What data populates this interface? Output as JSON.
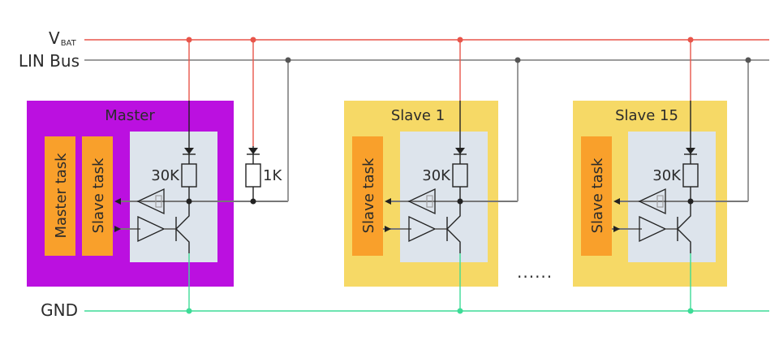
{
  "title": "LIN bus topology",
  "colors": {
    "vbat": "#e8554a",
    "lin": "#7a7a7a",
    "gnd": "#3ddc97",
    "master": "#bb10e0",
    "slave": "#f6d966",
    "task": "#f9a02b",
    "transceiver": "#dde4ec"
  },
  "rails": {
    "vbat": {
      "label": "V",
      "subscript": "BAT"
    },
    "lin": {
      "label": "LIN Bus"
    },
    "gnd": {
      "label": "GND"
    }
  },
  "nodes": [
    {
      "id": "master",
      "title": "Master",
      "tasks": [
        "Master task",
        "Slave task"
      ],
      "pullup": "30K"
    },
    {
      "id": "slave-1",
      "title": "Slave 1",
      "tasks": [
        "Slave task"
      ],
      "pullup": "30K"
    },
    {
      "id": "slave-15",
      "title": "Slave 15",
      "tasks": [
        "Slave task"
      ],
      "pullup": "30K"
    }
  ],
  "master_external_resistor": "1K",
  "ellipsis": "......"
}
